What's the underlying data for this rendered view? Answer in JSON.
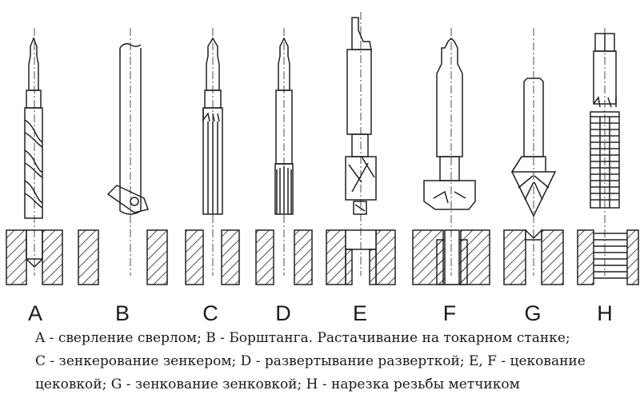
{
  "labels": {
    "a": "A",
    "b": "B",
    "c": "C",
    "d": "D",
    "e": "E",
    "f": "F",
    "g": "G",
    "h": "H"
  },
  "caption": {
    "line1": "A - сверление сверлом; B - Борштанга. Растачивание на токарном станке;",
    "line2": "C - зенкерование зенкером; D - развертывание разверткой; E, F - цекование",
    "line3": "цековкой; G - зенкование зенковкой; H - нарезка резьбы метчиком"
  }
}
